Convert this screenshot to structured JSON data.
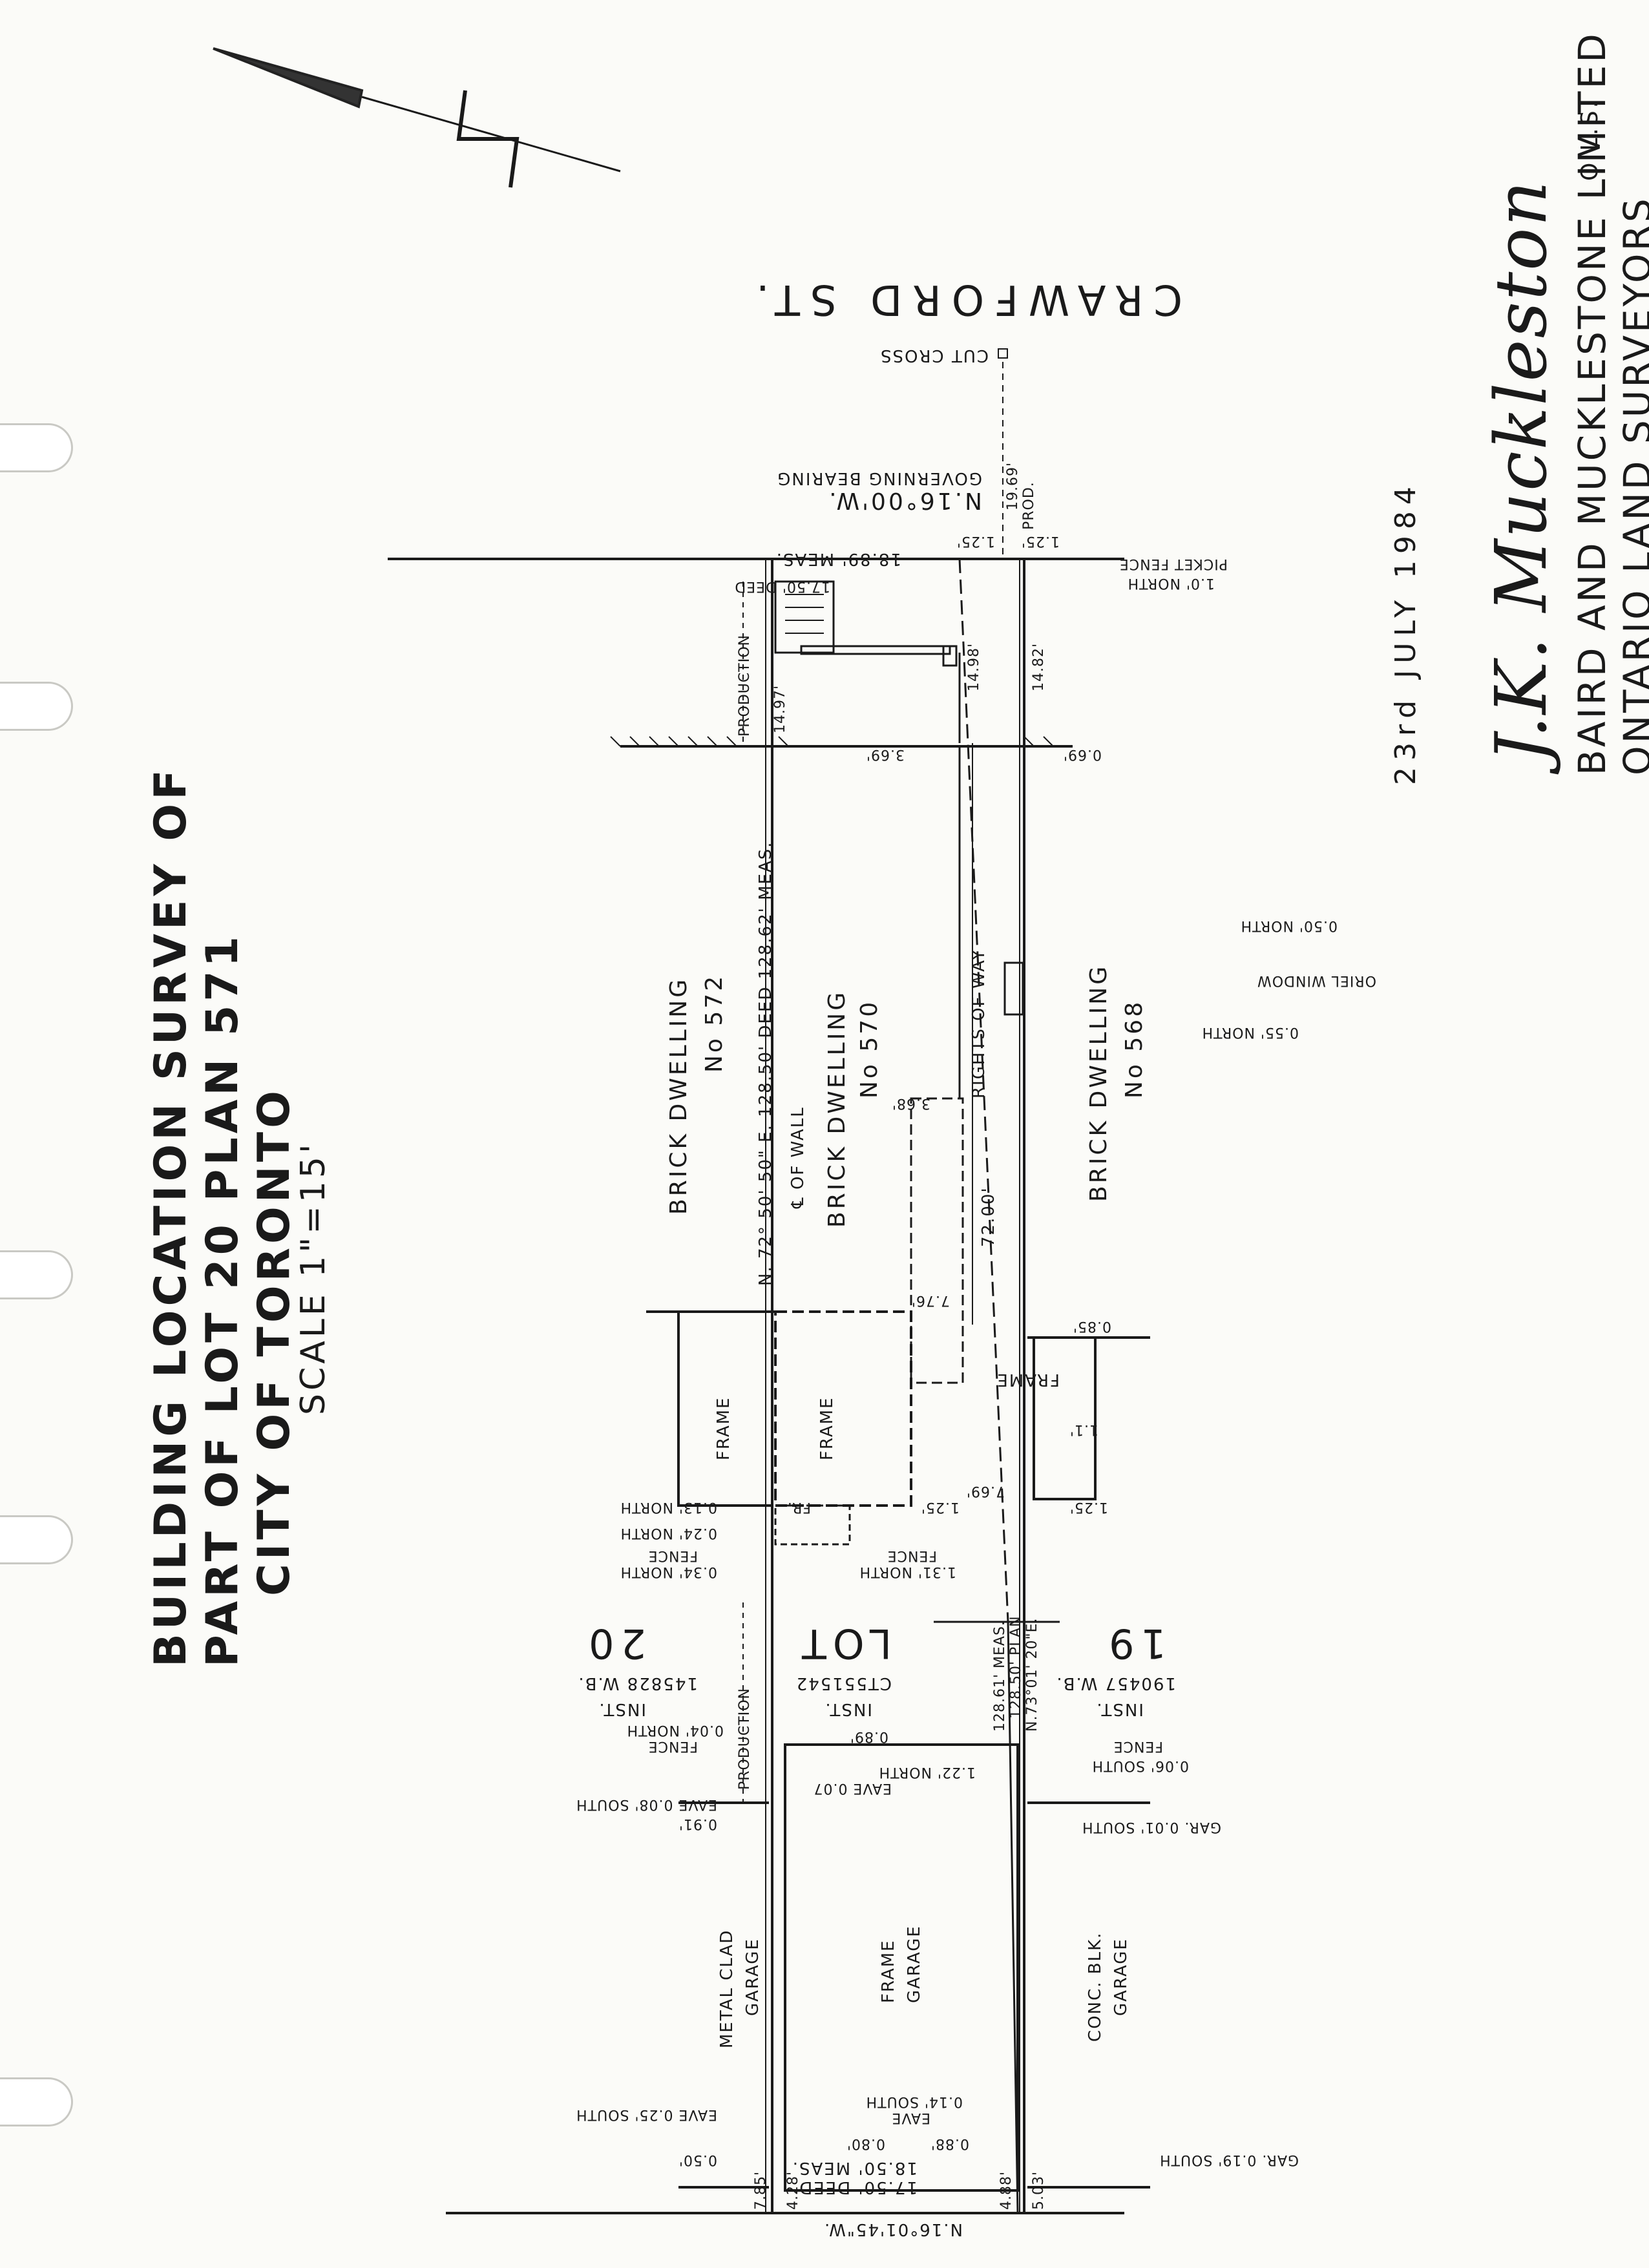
{
  "title": {
    "line1": "BUILDING LOCATION SURVEY OF",
    "line2": "PART OF LOT 20 PLAN 571",
    "line3": "CITY OF TORONTO",
    "scale": "SCALE 1\"=15'"
  },
  "street": "CRAWFORD   ST.",
  "cut_cross": "CUT CROSS",
  "governing_bearing": "N.16°00'W.",
  "governing_bearing_label": "GOVERNING BEARING",
  "date": "23rd  JULY  1984",
  "signature": "J.K. Muckleston",
  "ols": "O.L.S.",
  "firm": {
    "line1": "BAIRD AND MUCKLESTONE LIMITED",
    "line2": "ONTARIO LAND SURVEYORS"
  },
  "lots": {
    "lot_label": "LOT",
    "lot20": "20",
    "lot19": "19",
    "inst20_label": "INST.",
    "inst20_num": "145828 W.B.",
    "inst_center_label": "INST.",
    "inst_center_num": "CT551542",
    "inst19_label": "INST.",
    "inst19_num": "190457 W.B."
  },
  "buildings": {
    "b572_1": "BRICK  DWELLING",
    "b572_2": "No 572",
    "b570_1": "BRICK  DWELLING",
    "b570_2": "No 570",
    "b568_1": "BRICK  DWELLING",
    "b568_2": "No 568",
    "frame1": "FRAME",
    "frame2": "FRAME",
    "frame3": "FRAME",
    "fr": "FR.",
    "frame_garage_1": "FRAME",
    "frame_garage_2": "GARAGE",
    "metal_garage_1": "METAL CLAD",
    "metal_garage_2": "GARAGE",
    "conc_garage_1": "CONC. BLK.",
    "conc_garage_2": "GARAGE"
  },
  "labels": {
    "bearing_line": "N. 72° 50' 50\" E.  128.50' DEED  128.62' MEAS.",
    "wall_center": "℄ OF WALL",
    "rights_of_way": "RIGHTS OF WAY",
    "rw_dim": "72.00'",
    "production_top": "PRODUCTION",
    "production_bottom": "PRODUCTION",
    "front_deed": "17.50' DEED",
    "front_meas": "18.89' MEAS.",
    "rear_deed": "17.50' DEED",
    "rear_meas": "18.50' MEAS.",
    "rear_bearing": "N.16°01'45\"W.",
    "lot19_meas": "128.61' MEAS.",
    "lot19_plan": "128.50' PLAN",
    "lot19_bearing": "N.73°01' 20\"E.",
    "dim_1497": "14.97'",
    "dim_1498": "14.98'",
    "dim_1482": "14.82'",
    "dim_1969": "19.69'",
    "dim_prod": "PROD.",
    "dim_125a": "1.25'",
    "dim_125b": "1.25'",
    "dim_125c": "1.25'",
    "dim_125d": "1.25'",
    "dim_369": "3.69'",
    "dim_069": "0.69'",
    "dim_368": "3.68'",
    "dim_776": "7.76'",
    "dim_085": "0.85'",
    "dim_11": "1.1'",
    "dim_769": "7.69'",
    "dim_089": "0.89'",
    "dim_091": "0.91'",
    "dim_050": "0.50'",
    "dim_785": "7.85'",
    "dim_428": "4.28'",
    "dim_088": "0.88'",
    "dim_080": "0.80'",
    "dim_488": "4.88'",
    "dim_503": "5.03'",
    "picket_fence": "PICKET FENCE",
    "picket_north": "1.0' NORTH",
    "oriel_window": "ORIEL WINDOW",
    "n050": "0.50' NORTH",
    "n055": "0.55' NORTH",
    "n013": "0.13' NORTH",
    "n024": "0.24' NORTH",
    "fence034": "FENCE",
    "n034": "0.34' NORTH",
    "fence131": "FENCE",
    "n131": "1.31' NORTH",
    "fence004": "FENCE",
    "n004": "0.04' NORTH",
    "fence006": "FENCE",
    "s006": "0.06' SOUTH",
    "eave008": "EAVE 0.08' SOUTH",
    "eave007": "EAVE 0.07",
    "n122": "1.22' NORTH",
    "gar001": "GAR. 0.01' SOUTH",
    "eave025": "EAVE 0.25' SOUTH",
    "eave014_1": "EAVE",
    "eave014_2": "0.14' SOUTH",
    "gar019": "GAR. 0.19' SOUTH"
  }
}
